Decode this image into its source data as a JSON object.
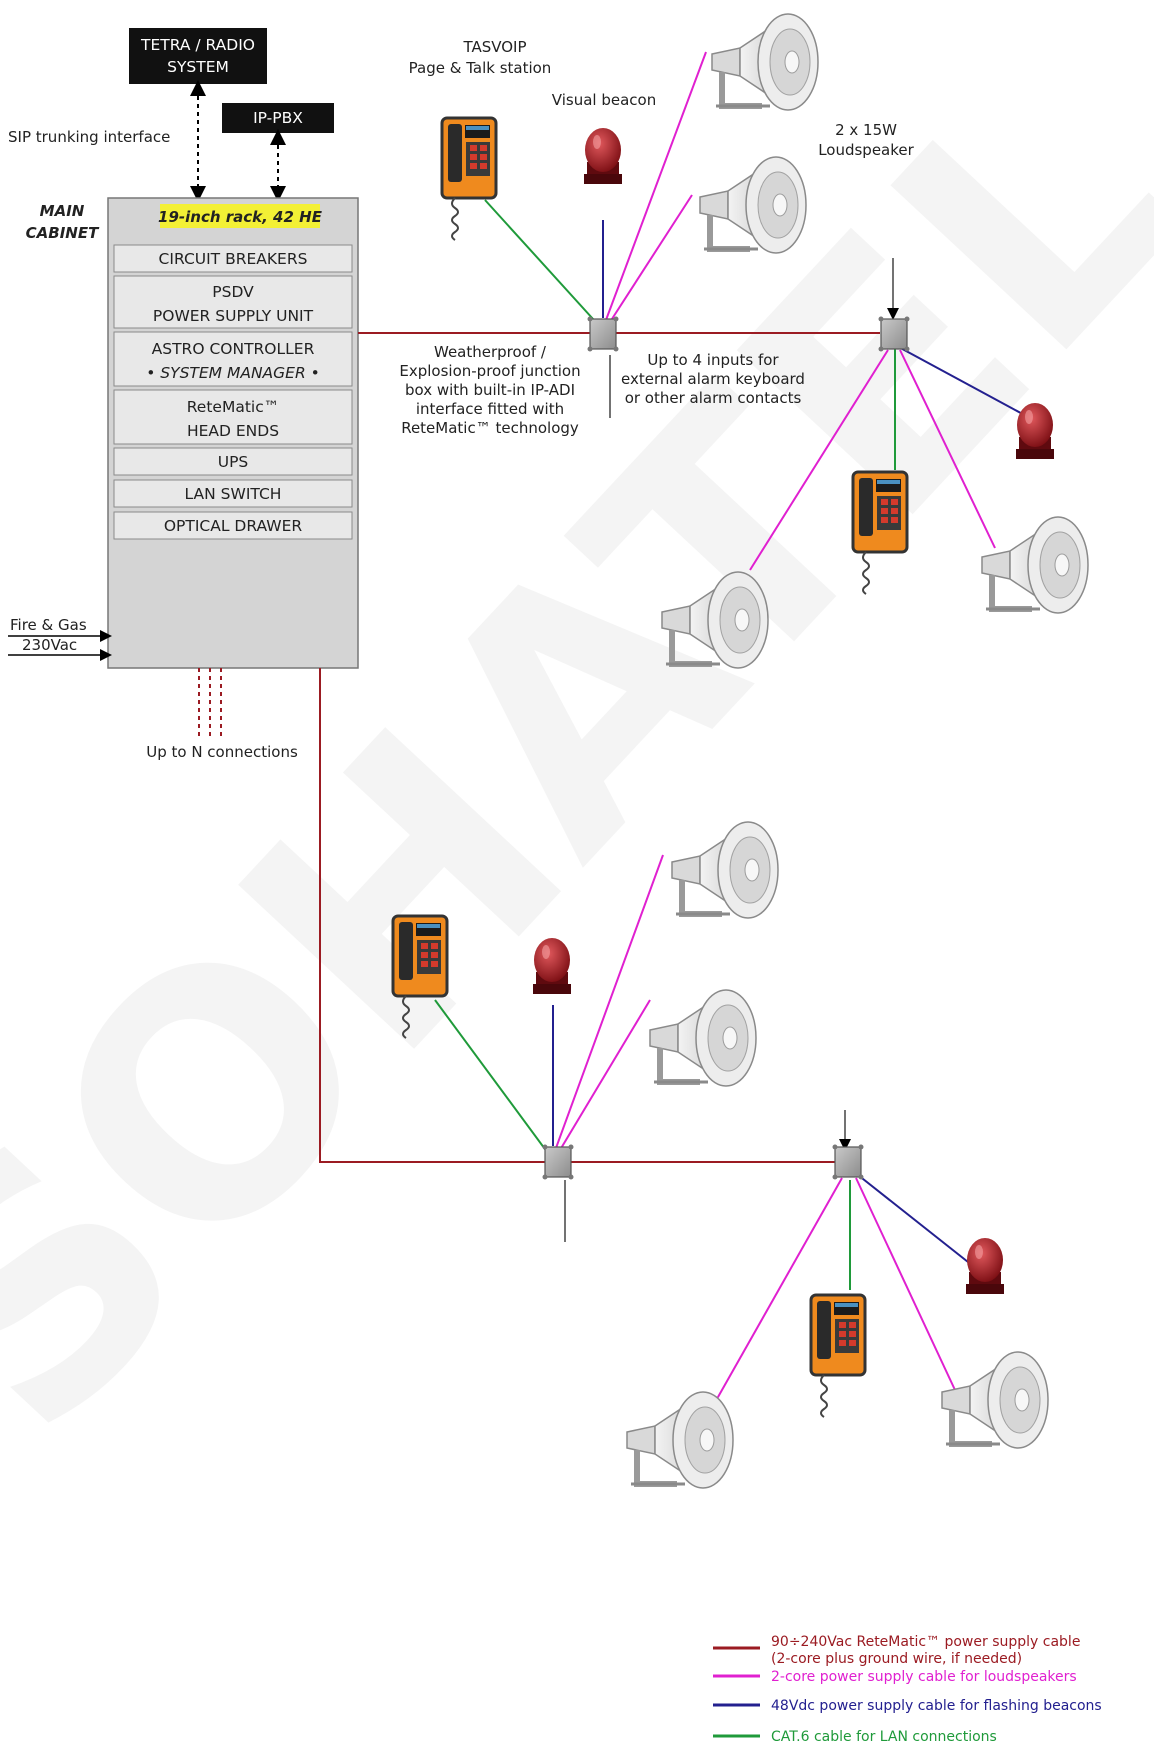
{
  "external_systems": {
    "tetra_line1": "TETRA / RADIO",
    "tetra_line2": "SYSTEM",
    "ippbx": "IP-PBX",
    "sip_label": "SIP trunking interface"
  },
  "cabinet": {
    "title_line1": "MAIN",
    "title_line2": "CABINET",
    "rack_label": "19-inch rack, 42 HE",
    "modules": [
      {
        "line1": "CIRCUIT BREAKERS",
        "line2": ""
      },
      {
        "line1": "PSDV",
        "line2": "POWER SUPPLY UNIT"
      },
      {
        "line1": "ASTRO CONTROLLER",
        "line2": "• SYSTEM MANAGER •"
      },
      {
        "line1": "ReteMatic™",
        "line2": "HEAD ENDS"
      },
      {
        "line1": "UPS",
        "line2": ""
      },
      {
        "line1": "LAN SWITCH",
        "line2": ""
      },
      {
        "line1": "OPTICAL DRAWER",
        "line2": ""
      }
    ],
    "input_fire_gas": "Fire & Gas",
    "input_power": "230Vac",
    "connections_label": "Up to N connections"
  },
  "field_labels": {
    "station_line1": "TASVOIP",
    "station_line2": "Page & Talk station",
    "beacon": "Visual beacon",
    "speaker_line1": "2 x 15W",
    "speaker_line2": "Loudspeaker",
    "junction_lines": [
      "Weatherproof /",
      "Explosion-proof junction",
      "box with built-in IP-ADI",
      "interface fitted with",
      "ReteMatic™ technology"
    ],
    "inputs_lines": [
      "Up to 4 inputs for",
      "external alarm keyboard",
      "or other alarm contacts"
    ]
  },
  "watermark": "SOHATEL",
  "colors": {
    "retematic_cable": "#9b1b22",
    "loudspeaker_cable": "#e020d0",
    "beacon_cable": "#23208f",
    "lan_cable": "#1f9a3a"
  },
  "legend": {
    "retematic_line1": "90÷240Vac ReteMatic™ power supply cable",
    "retematic_line2": "(2-core plus ground wire, if needed)",
    "loudspeaker": "2-core power supply cable for loudspeakers",
    "beacon": "48Vdc power supply cable for flashing beacons",
    "lan": "CAT.6 cable for LAN connections"
  }
}
